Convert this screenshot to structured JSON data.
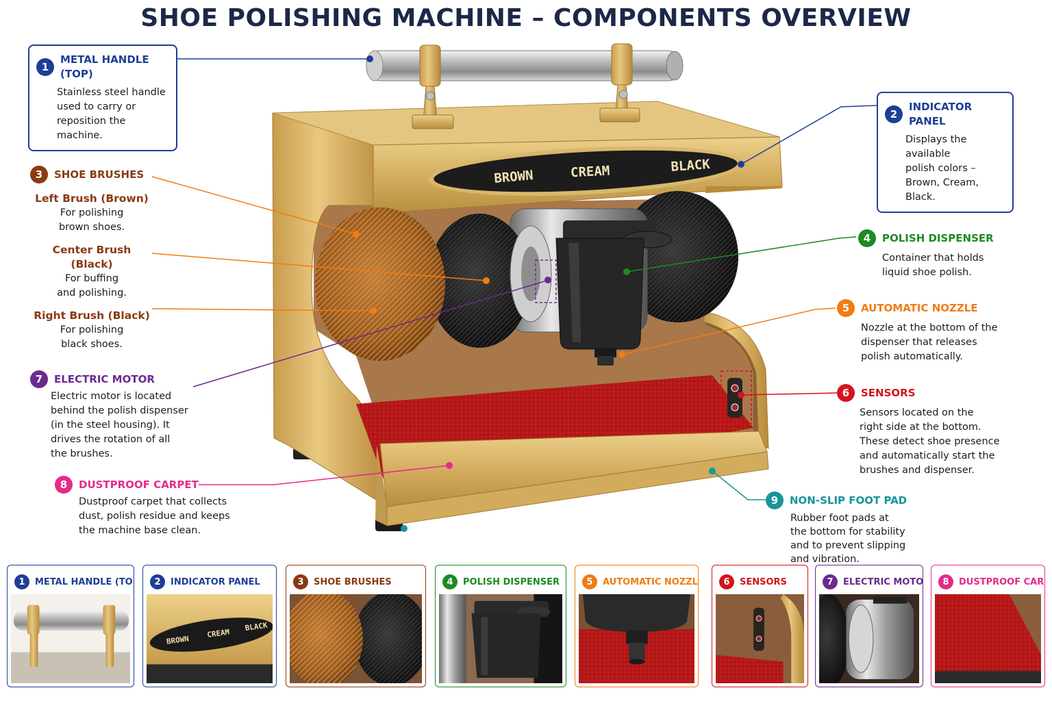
{
  "title": "SHOE POLISHING MACHINE – COMPONENTS OVERVIEW",
  "panel_labels": [
    "BROWN",
    "CREAM",
    "BLACK"
  ],
  "colors": {
    "blue": "#1e3f96",
    "brown": "#8a3a12",
    "green": "#1d8a24",
    "orange": "#f07c12",
    "red": "#d4131c",
    "purple": "#6a2a8e",
    "pink": "#e52a8a",
    "teal": "#17959a",
    "gold": "#d2ac5c",
    "carpet": "#b01616"
  },
  "callouts": {
    "handle": {
      "num": "1",
      "title": "METAL HANDLE (TOP)",
      "desc": [
        "Stainless steel handle",
        "used to carry or",
        "reposition the machine."
      ]
    },
    "indicator": {
      "num": "2",
      "title": "INDICATOR PANEL",
      "desc": [
        "Displays the available",
        "polish colors –",
        "Brown, Cream, Black."
      ]
    },
    "brushes": {
      "num": "3",
      "title": "SHOE BRUSHES",
      "items": [
        {
          "name": "Left Brush (Brown)",
          "desc": [
            "For polishing",
            "brown shoes."
          ]
        },
        {
          "name": "Center Brush (Black)",
          "desc": [
            "For buffing",
            "and polishing."
          ]
        },
        {
          "name": "Right Brush (Black)",
          "desc": [
            "For polishing",
            "black shoes."
          ]
        }
      ]
    },
    "dispenser": {
      "num": "4",
      "title": "POLISH DISPENSER",
      "desc": [
        "Container that holds",
        "liquid shoe polish."
      ]
    },
    "nozzle": {
      "num": "5",
      "title": "AUTOMATIC NOZZLE",
      "desc": [
        "Nozzle at the bottom of the",
        "dispenser that releases",
        "polish automatically."
      ]
    },
    "sensors": {
      "num": "6",
      "title": "SENSORS",
      "desc": [
        "Sensors located on the",
        "right side at the bottom.",
        "These detect shoe presence",
        "and automatically start the",
        "brushes and dispenser."
      ]
    },
    "motor": {
      "num": "7",
      "title": "ELECTRIC MOTOR",
      "desc": [
        "Electric motor is located",
        "behind the polish dispenser",
        "(in the steel housing). It",
        "drives the rotation of all",
        "the brushes."
      ]
    },
    "carpet": {
      "num": "8",
      "title": "DUSTPROOF CARPET",
      "desc": [
        "Dustproof carpet that collects",
        "dust, polish residue and keeps",
        "the machine base clean."
      ]
    },
    "footpad": {
      "num": "9",
      "title": "NON-SLIP FOOT PAD",
      "desc": [
        "Rubber foot pads at",
        "the bottom for stability",
        "and to prevent slipping",
        "and vibration."
      ]
    }
  },
  "thumbnails": [
    {
      "num": "1",
      "title": "METAL HANDLE (TOP)"
    },
    {
      "num": "2",
      "title": "INDICATOR PANEL"
    },
    {
      "num": "3",
      "title": "SHOE BRUSHES"
    },
    {
      "num": "4",
      "title": "POLISH DISPENSER"
    },
    {
      "num": "5",
      "title": "AUTOMATIC NOZZLE"
    },
    {
      "num": "6",
      "title": "SENSORS"
    },
    {
      "num": "7",
      "title": "ELECTRIC MOTOR"
    },
    {
      "num": "8",
      "title": "DUSTPROOF CARPET"
    }
  ]
}
